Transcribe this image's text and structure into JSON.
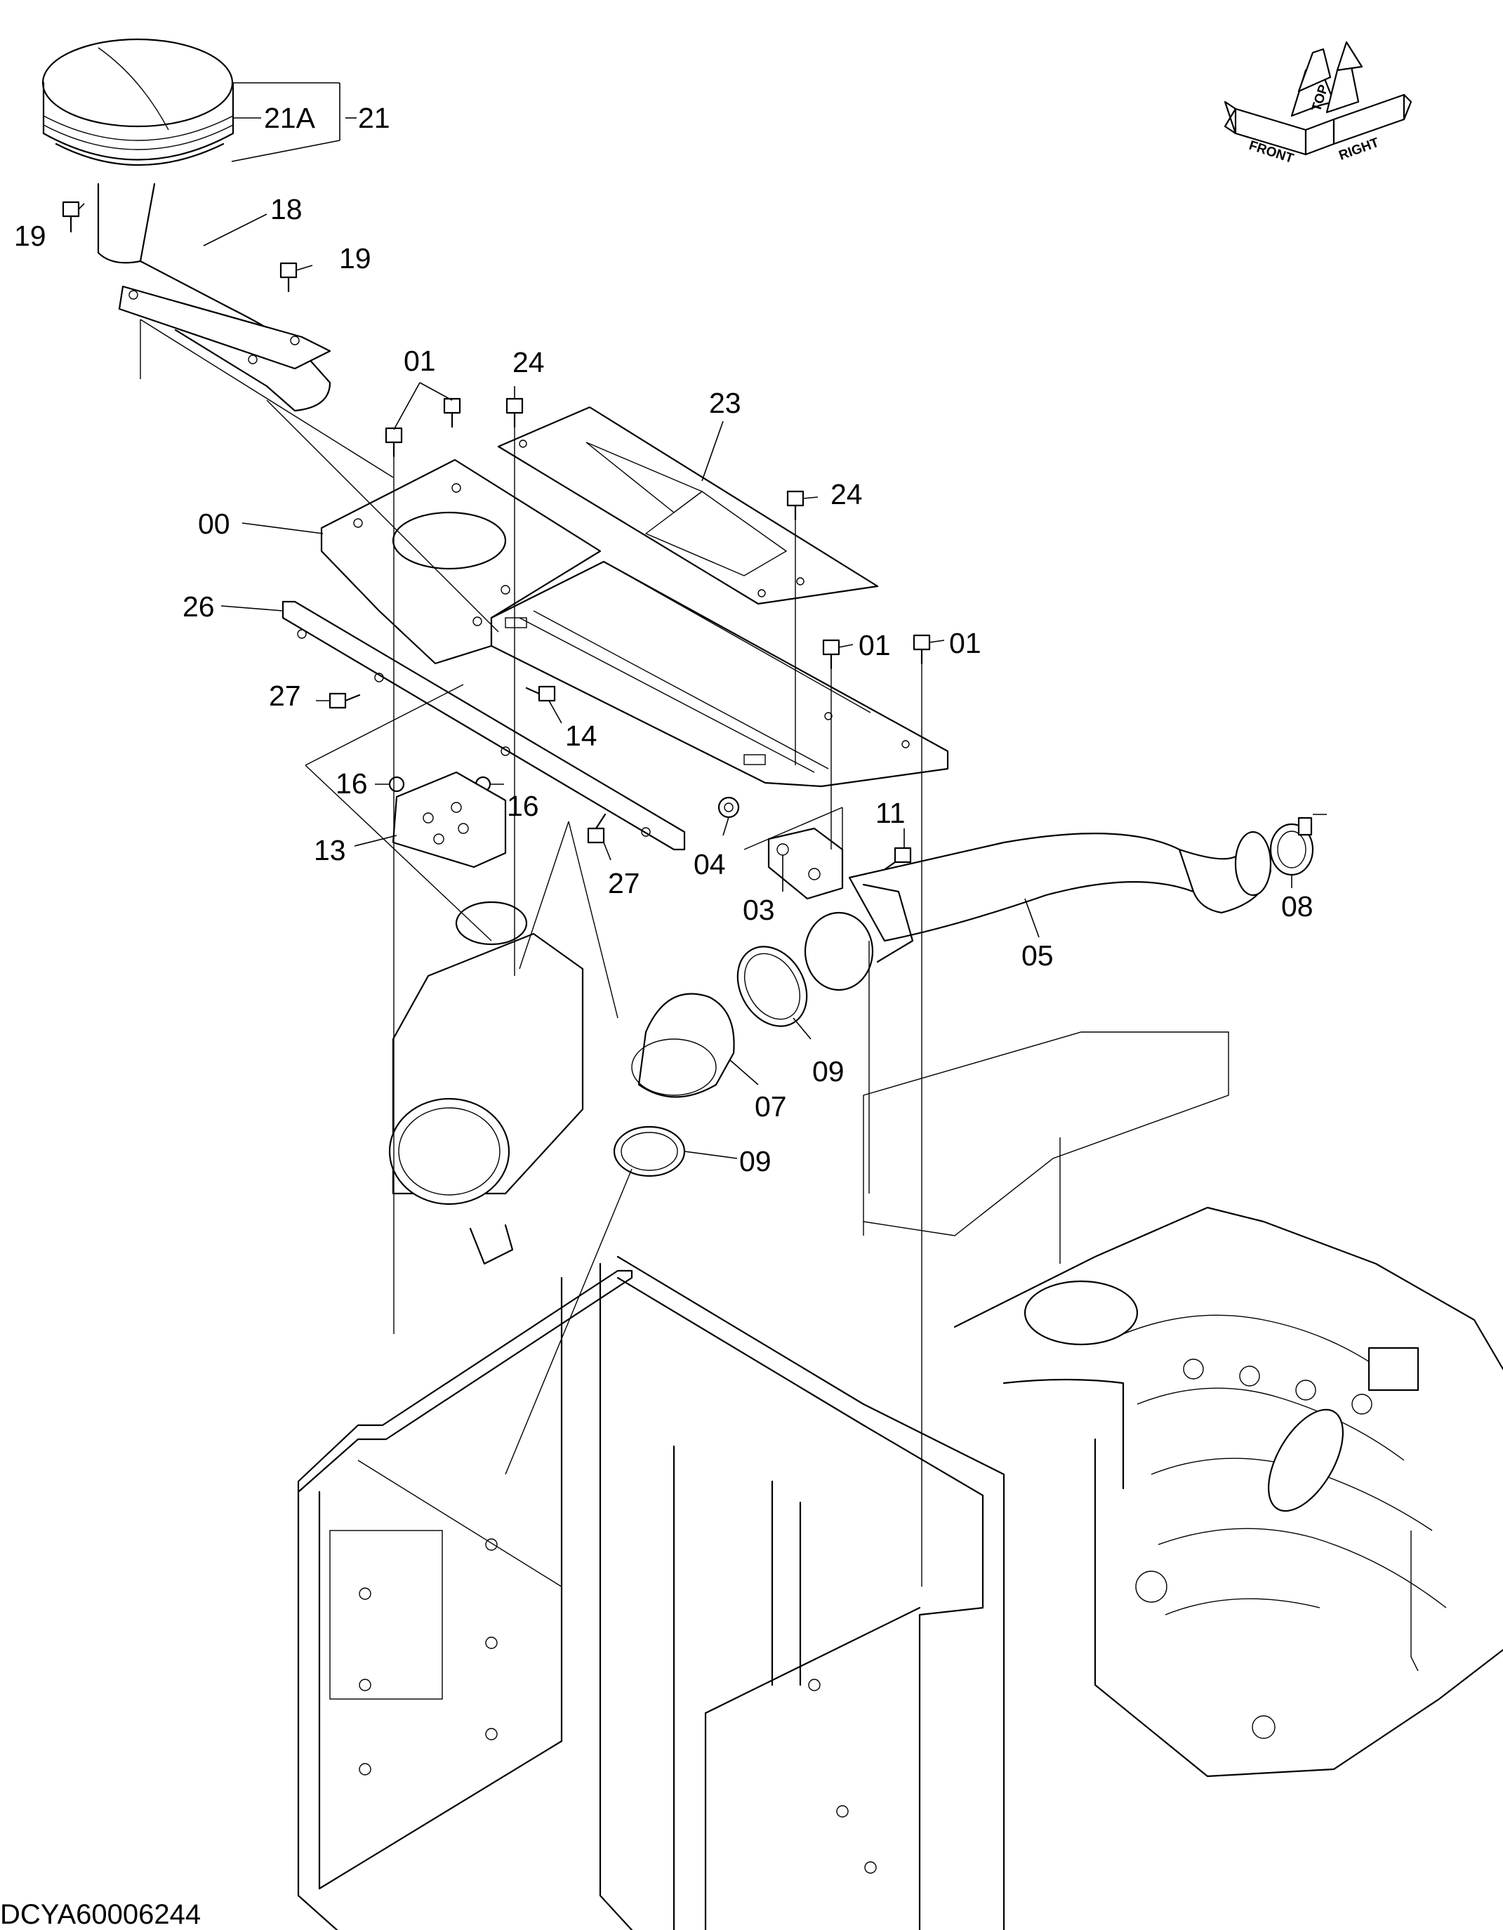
{
  "diagram": {
    "document_id": "DCYA60006244",
    "compass": {
      "labels": [
        "FRONT",
        "TOP",
        "RIGHT"
      ]
    },
    "callouts": [
      {
        "id": "c-21A",
        "label": "21A"
      },
      {
        "id": "c-21",
        "label": "21"
      },
      {
        "id": "c-18",
        "label": "18"
      },
      {
        "id": "c-19a",
        "label": "19"
      },
      {
        "id": "c-19b",
        "label": "19"
      },
      {
        "id": "c-01a",
        "label": "01"
      },
      {
        "id": "c-24a",
        "label": "24"
      },
      {
        "id": "c-23",
        "label": "23"
      },
      {
        "id": "c-24b",
        "label": "24"
      },
      {
        "id": "c-00",
        "label": "00"
      },
      {
        "id": "c-26",
        "label": "26"
      },
      {
        "id": "c-01b",
        "label": "01"
      },
      {
        "id": "c-01c",
        "label": "01"
      },
      {
        "id": "c-27a",
        "label": "27"
      },
      {
        "id": "c-14",
        "label": "14"
      },
      {
        "id": "c-16a",
        "label": "16"
      },
      {
        "id": "c-16b",
        "label": "16"
      },
      {
        "id": "c-13",
        "label": "13"
      },
      {
        "id": "c-11",
        "label": "11"
      },
      {
        "id": "c-27b",
        "label": "27"
      },
      {
        "id": "c-04",
        "label": "04"
      },
      {
        "id": "c-03",
        "label": "03"
      },
      {
        "id": "c-08",
        "label": "08"
      },
      {
        "id": "c-05",
        "label": "05"
      },
      {
        "id": "c-09a",
        "label": "09"
      },
      {
        "id": "c-07",
        "label": "07"
      },
      {
        "id": "c-09b",
        "label": "09"
      }
    ]
  }
}
